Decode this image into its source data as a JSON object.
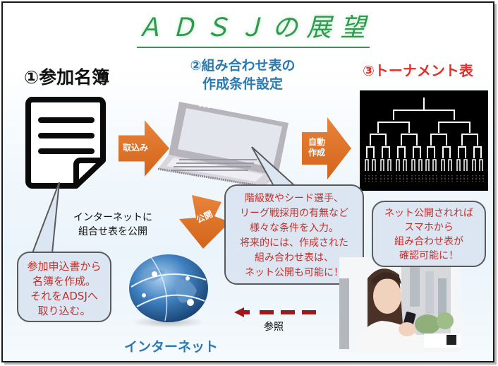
{
  "title": "ＡＤＳＪの展望",
  "steps": {
    "step1": "①参加名簿",
    "step2_line1": "②組み合わせ表の",
    "step2_line2": "作成条件設定",
    "step3": "③トーナメント表"
  },
  "arrows": {
    "import_label": "取込み",
    "auto_line1": "自動",
    "auto_line2": "作成",
    "publish_label": "公開"
  },
  "publish_text": {
    "line1": "インターネットに",
    "line2": "組合せ表を公開"
  },
  "callouts": {
    "left": [
      "参加申込書から",
      "名簿を作成。",
      "それをADSJへ",
      "取り込む。"
    ],
    "mid": [
      "階級数やシード選手、",
      "リーグ戦採用の有無など",
      "様々な条件を入力。",
      "将来的には、作成された",
      "組み合わせ表は、",
      "ネット公開も可能に！"
    ],
    "right": [
      "ネット公開されれば",
      "スマホから",
      "組み合わせ表が",
      "確認可能に！"
    ]
  },
  "internet_label": "インターネット",
  "reference_label": "参照",
  "icons": {
    "document": "document-icon",
    "laptop": "laptop-icon",
    "bracket": "tournament-bracket-image",
    "globe": "globe-icon",
    "photo": "woman-with-smartphone-photo"
  },
  "colors": {
    "title": "#2f9a4c",
    "step2": "#2a7ab0",
    "step3": "#e0302a",
    "arrow": "#e07020",
    "callout_bg": "#dce6f2",
    "callout_text": "#c0302a",
    "ref_arrow": "#a01818"
  }
}
